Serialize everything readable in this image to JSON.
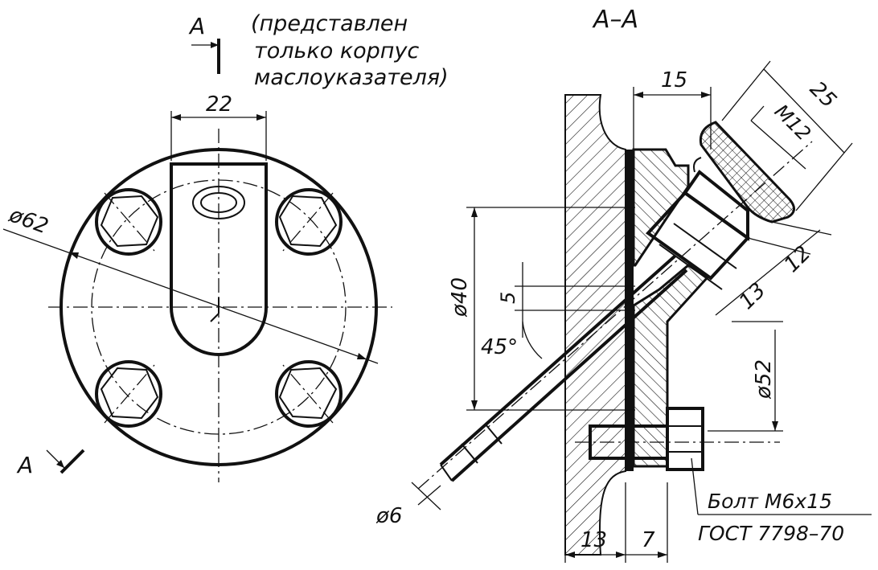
{
  "view_label": {
    "marker_a_top": "A",
    "marker_a_bottom": "A",
    "section_title": "A–A"
  },
  "note": {
    "line1": "(представлен",
    "line2": "только корпус",
    "line3": "маслоуказателя)"
  },
  "dimensions": {
    "d22": "22",
    "d62": "ø62",
    "d15": "15",
    "d25": "25",
    "m12": "M12",
    "d12": "12",
    "d13_right": "13",
    "d40": "ø40",
    "d5": "5",
    "angle45": "45°",
    "d52": "ø52",
    "d6": "ø6",
    "d13_bottom": "13",
    "d7": "7"
  },
  "callout": {
    "line1": "Болт  M6x15",
    "line2": "ГОСТ  7798–70"
  }
}
